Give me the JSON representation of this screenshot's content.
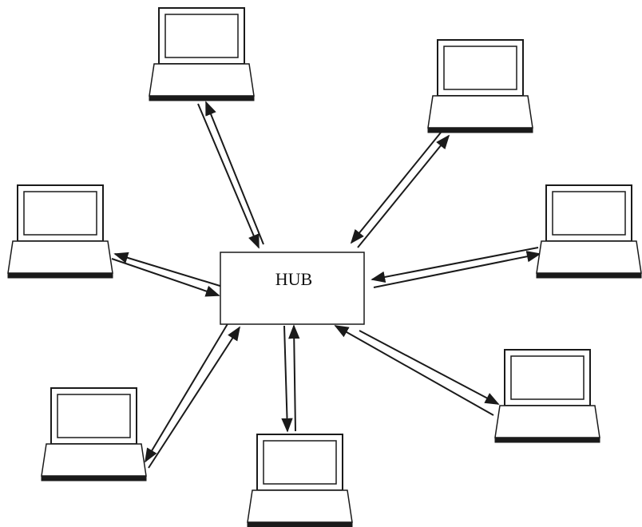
{
  "hub": {
    "label": "HUB"
  },
  "colors": {
    "stroke": "#1a1a1a",
    "background": "#ffffff"
  },
  "nodes": [
    {
      "id": "top",
      "icon": "laptop-icon"
    },
    {
      "id": "top-right",
      "icon": "laptop-icon"
    },
    {
      "id": "right",
      "icon": "laptop-icon"
    },
    {
      "id": "bottom-right",
      "icon": "laptop-icon"
    },
    {
      "id": "bottom",
      "icon": "laptop-icon"
    },
    {
      "id": "bottom-left",
      "icon": "laptop-icon"
    },
    {
      "id": "left",
      "icon": "laptop-icon"
    }
  ],
  "links": [
    {
      "from": "hub",
      "to": "top",
      "bidirectional": true
    },
    {
      "from": "hub",
      "to": "top-right",
      "bidirectional": true
    },
    {
      "from": "hub",
      "to": "right",
      "bidirectional": true
    },
    {
      "from": "hub",
      "to": "bottom-right",
      "bidirectional": true
    },
    {
      "from": "hub",
      "to": "bottom",
      "bidirectional": true
    },
    {
      "from": "hub",
      "to": "bottom-left",
      "bidirectional": true
    },
    {
      "from": "hub",
      "to": "left",
      "bidirectional": true
    }
  ]
}
